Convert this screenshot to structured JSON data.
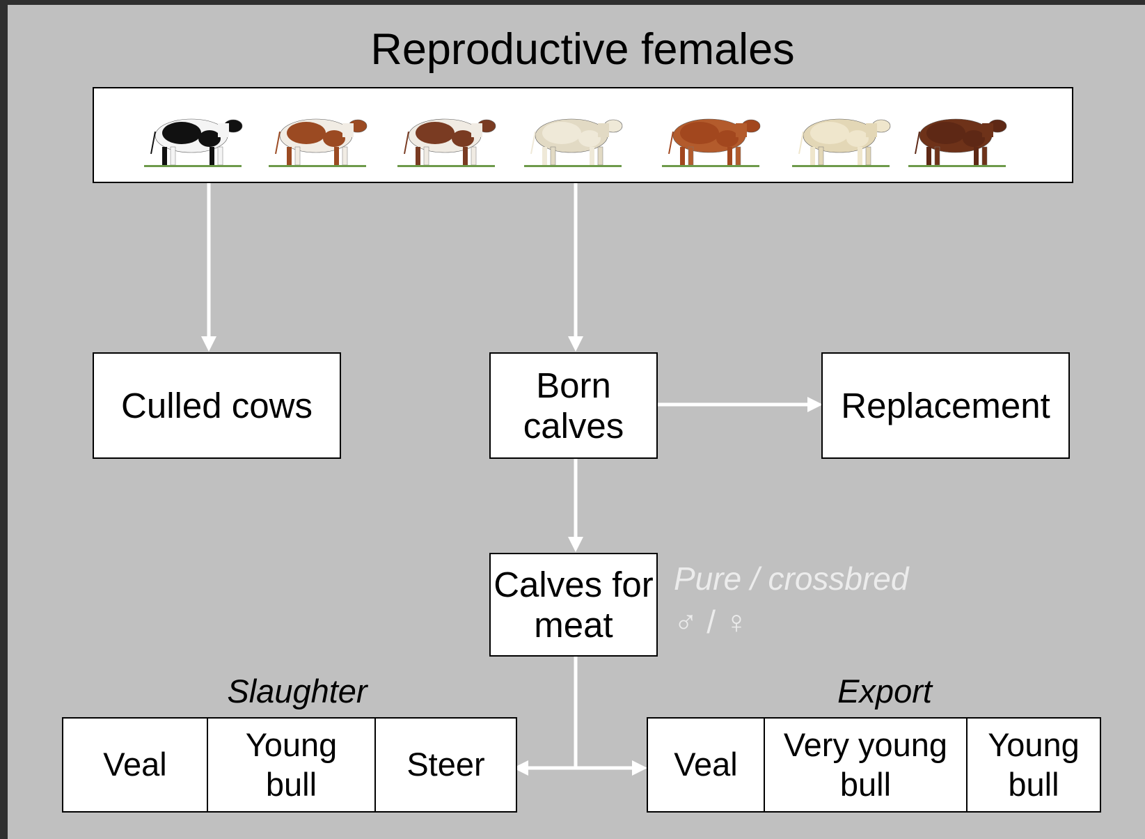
{
  "title": "Reproductive females",
  "breed_images": [
    {
      "name": "holstein-cow-image",
      "colors": [
        "#111111",
        "#f4f4f4"
      ]
    },
    {
      "name": "montbeliarde-cow-image",
      "colors": [
        "#9b4a22",
        "#f1ece4"
      ]
    },
    {
      "name": "normande-cow-image",
      "colors": [
        "#7a3b22",
        "#f0ebe3"
      ]
    },
    {
      "name": "charolais-cow-image",
      "colors": [
        "#efe9d8",
        "#e2dac4"
      ]
    },
    {
      "name": "limousin-cow-image",
      "colors": [
        "#a2471e",
        "#b35b2c"
      ]
    },
    {
      "name": "blonde-aquitaine-cow-image",
      "colors": [
        "#efe6cc",
        "#e3d7b6"
      ]
    },
    {
      "name": "salers-cow-image",
      "colors": [
        "#5e2815",
        "#6e3219"
      ]
    }
  ],
  "nodes": {
    "culled_cows": "Culled cows",
    "born_calves": "Born calves",
    "replacement": "Replacement",
    "calves_for_meat": "Calves for meat"
  },
  "annotation": {
    "line1": "Pure / crossbred",
    "line2": "♂ / ♀"
  },
  "slaughter": {
    "label": "Slaughter",
    "cells": [
      "Veal",
      "Young bull",
      "Steer"
    ]
  },
  "export": {
    "label": "Export",
    "cells": [
      "Veal",
      "Very young bull",
      "Young bull"
    ]
  },
  "colors": {
    "background": "#c0c0c0",
    "frame": "#2f2f2f",
    "arrow": "#ffffff",
    "box": "#ffffff",
    "annotation_text": "#ececec"
  }
}
